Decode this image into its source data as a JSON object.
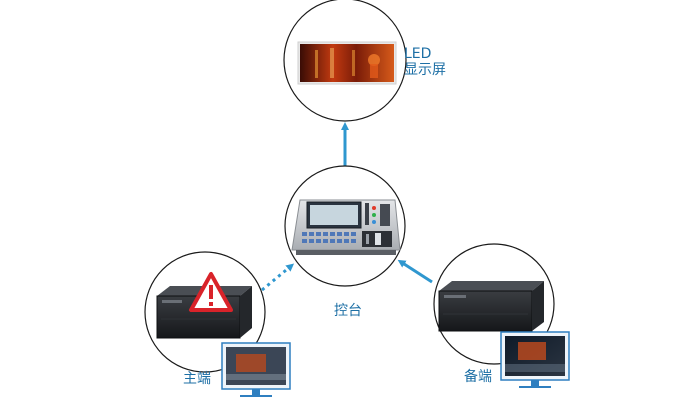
{
  "colors": {
    "accent": "#2f97cf",
    "label": "#1d6fa5",
    "warning": "#d9232a"
  },
  "nodes": {
    "led": {
      "label_line1": "LED",
      "label_line2": "显示屏",
      "icon": "led-display-icon"
    },
    "console": {
      "label": "控台",
      "icon": "control-console-icon"
    },
    "main": {
      "label": "主端",
      "icon": "server-with-warning-icon"
    },
    "backup": {
      "label": "备端",
      "icon": "server-icon"
    }
  }
}
